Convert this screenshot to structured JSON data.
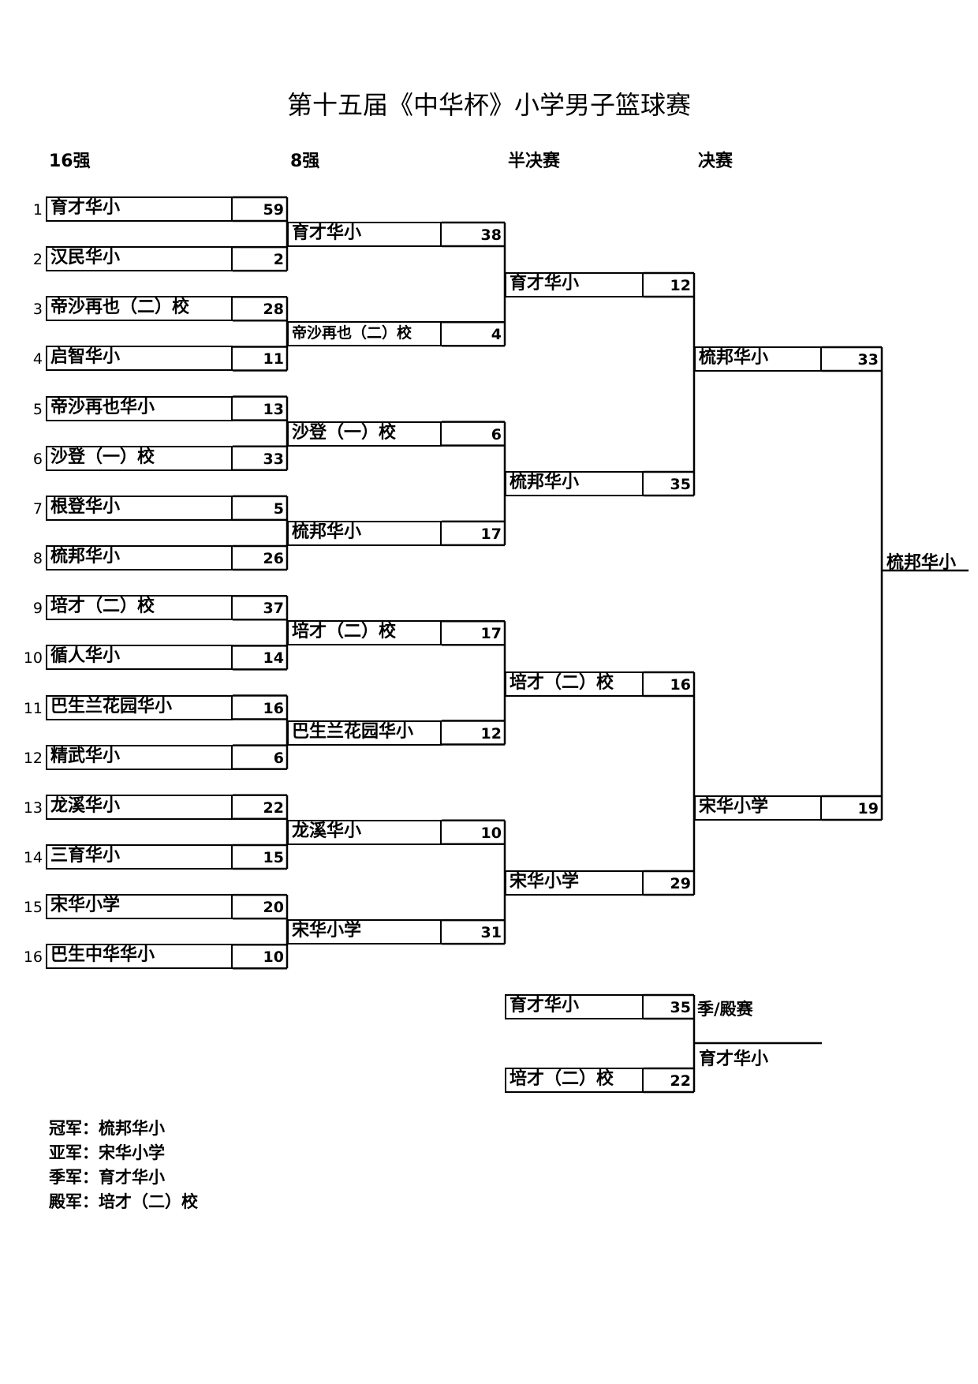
{
  "title": "第十五届《中华杯》小学男子篮球赛",
  "rounds": [
    "16强",
    "8强",
    "半决赛",
    "决赛"
  ],
  "round_of_16": [
    {
      "seed": "1",
      "team": "育才华小",
      "score": "59"
    },
    {
      "seed": "2",
      "team": "汉民华小",
      "score": "2"
    },
    {
      "seed": "3",
      "team": "帝沙再也（二）校",
      "score": "28"
    },
    {
      "seed": "4",
      "team": "启智华小",
      "score": "11"
    },
    {
      "seed": "5",
      "team": "帝沙再也华小",
      "score": "13"
    },
    {
      "seed": "6",
      "team": "沙登（一）校",
      "score": "33"
    },
    {
      "seed": "7",
      "team": "根登华小",
      "score": "5"
    },
    {
      "seed": "8",
      "team": "梳邦华小",
      "score": "26"
    },
    {
      "seed": "9",
      "team": "培才（二）校",
      "score": "37"
    },
    {
      "seed": "10",
      "team": "循人华小",
      "score": "14"
    },
    {
      "seed": "11",
      "team": "巴生兰花园华小",
      "score": "16"
    },
    {
      "seed": "12",
      "team": "精武华小",
      "score": "6"
    },
    {
      "seed": "13",
      "team": "龙溪华小",
      "score": "22"
    },
    {
      "seed": "14",
      "team": "三育华小",
      "score": "15"
    },
    {
      "seed": "15",
      "team": "宋华小学",
      "score": "20"
    },
    {
      "seed": "16",
      "team": "巴生中华华小",
      "score": "10"
    }
  ],
  "quarter_finals": [
    {
      "team": "育才华小",
      "score": "38"
    },
    {
      "team": "帝沙再也（二）校",
      "score": "4"
    },
    {
      "team": "沙登（一）校",
      "score": "6"
    },
    {
      "team": "梳邦华小",
      "score": "17"
    },
    {
      "team": "培才（二）校",
      "score": "17"
    },
    {
      "team": "巴生兰花园华小",
      "score": "12"
    },
    {
      "team": "龙溪华小",
      "score": "10"
    },
    {
      "team": "宋华小学",
      "score": "31"
    }
  ],
  "semi_finals": [
    {
      "team": "育才华小",
      "score": "12"
    },
    {
      "team": "梳邦华小",
      "score": "35"
    },
    {
      "team": "培才（二）校",
      "score": "16"
    },
    {
      "team": "宋华小学",
      "score": "29"
    }
  ],
  "final": [
    {
      "team": "梳邦华小",
      "score": "33"
    },
    {
      "team": "宋华小学",
      "score": "19"
    }
  ],
  "champion": "梳邦华小",
  "third_place_match": {
    "label": "季/殿赛",
    "teams": [
      {
        "team": "育才华小",
        "score": "35"
      },
      {
        "team": "培才（二）校",
        "score": "22"
      }
    ],
    "winner": "育才华小"
  },
  "results": [
    {
      "label": "冠军：",
      "team": "梳邦华小"
    },
    {
      "label": "亚军：",
      "team": "宋华小学"
    },
    {
      "label": "季军：",
      "team": "育才华小"
    },
    {
      "label": "殿军：",
      "team": "培才（二）校"
    }
  ]
}
